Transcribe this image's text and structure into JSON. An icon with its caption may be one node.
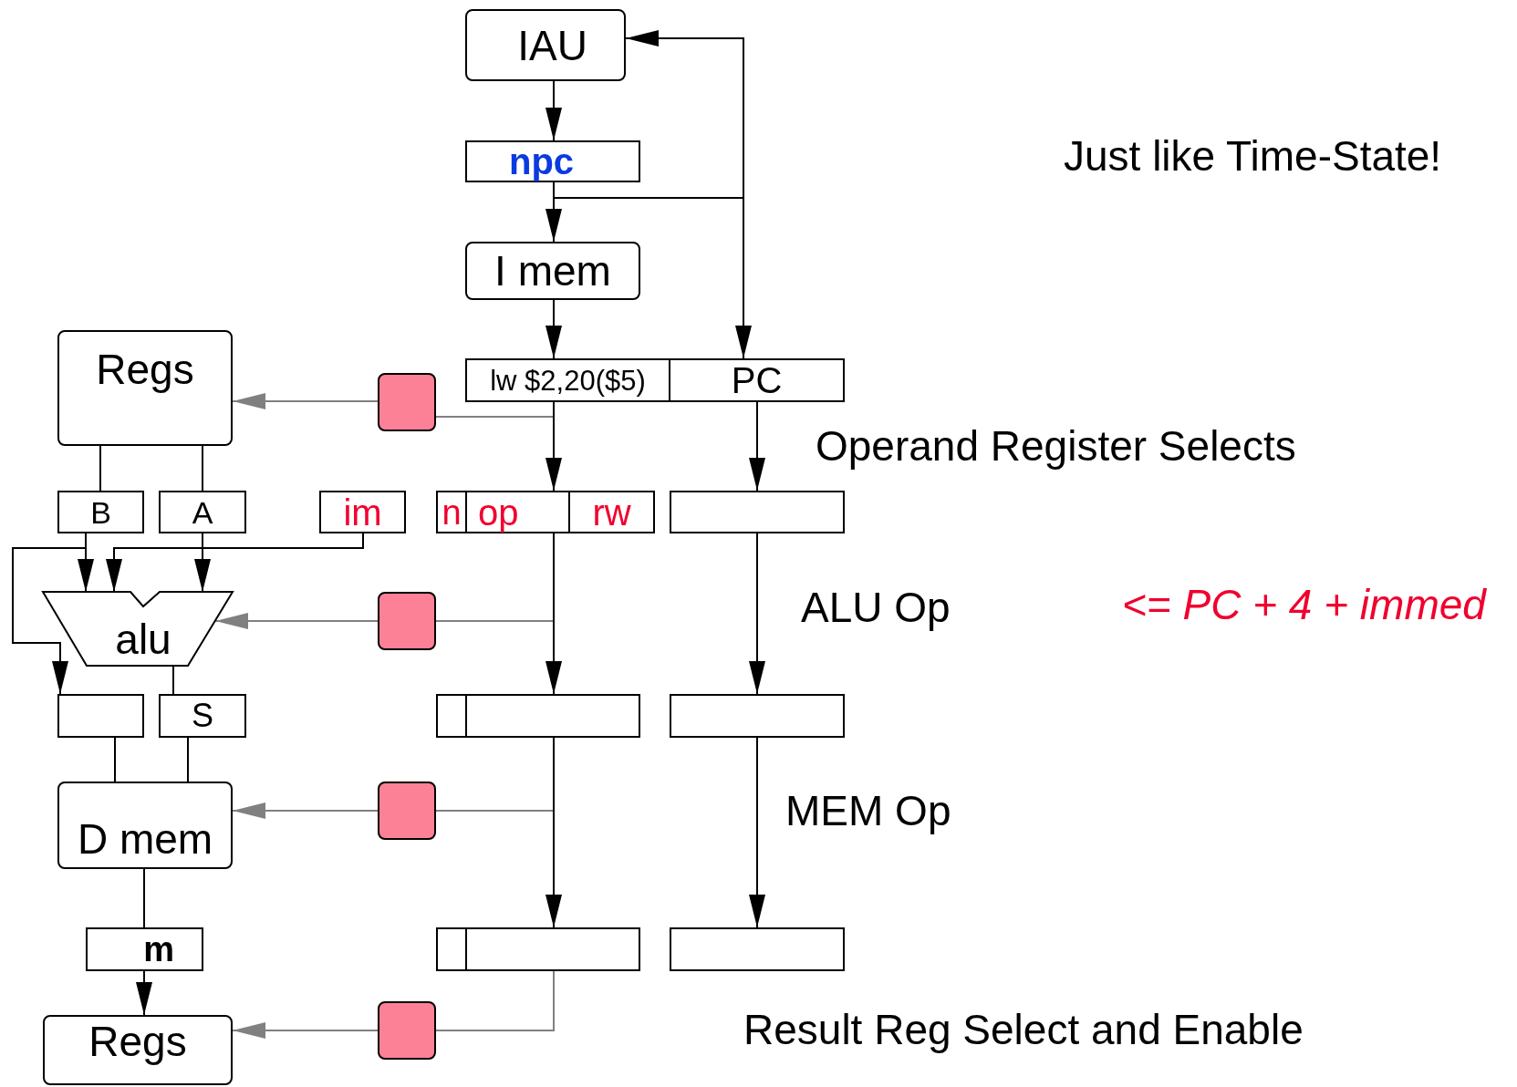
{
  "diagram": {
    "nodes": [
      {
        "text": [
          "IAU"
        ]
      },
      {
        "text": [
          "npc"
        ]
      },
      {
        "text": [
          "I mem"
        ]
      },
      {
        "text": [
          "lw $2,20($5)"
        ]
      },
      {
        "text": [
          "PC"
        ]
      },
      {
        "text": [
          "Regs"
        ]
      },
      {
        "text": [],
        "shape": "box"
      },
      {
        "text": [
          "B"
        ]
      },
      {
        "text": [
          "A"
        ]
      },
      {
        "text": [
          "im"
        ]
      },
      {
        "text": [
          "n"
        ]
      },
      {
        "text": [
          "op"
        ]
      },
      {
        "text": [
          "rw"
        ]
      },
      {
        "text": [],
        "shape": "box"
      },
      {
        "text": [
          "alu"
        ]
      },
      {
        "text": [],
        "shape": "box"
      },
      {
        "text": [],
        "shape": "box"
      },
      {
        "text": [
          "S"
        ]
      },
      {
        "text": [],
        "shape": "box"
      },
      {
        "text": [],
        "shape": "box"
      },
      {
        "text": [],
        "shape": "box"
      },
      {
        "text": [
          "D mem"
        ]
      },
      {
        "text": [],
        "shape": "box"
      },
      {
        "text": [
          "m"
        ]
      },
      {
        "text": [],
        "shape": "box"
      },
      {
        "text": [],
        "shape": "box"
      },
      {
        "text": [],
        "shape": "box"
      },
      {
        "text": [
          "Regs"
        ]
      },
      {
        "text": [],
        "shape": "box"
      }
    ],
    "edges": [
      {
        "from": 0,
        "to": 1,
        "arrow": "to"
      },
      {
        "from": 1,
        "to": 2,
        "arrow": "to"
      },
      {
        "from": 1,
        "to": 0,
        "arrow": "to"
      },
      {
        "from": 1,
        "to": 4,
        "arrow": "to"
      },
      {
        "from": 2,
        "to": 3,
        "arrow": "to"
      },
      {
        "from": 3,
        "to": 11,
        "arrow": "to"
      },
      {
        "from": 4,
        "to": 13,
        "arrow": "to"
      },
      {
        "from": 3,
        "to": 6,
        "arrow": "none",
        "color": "#808080"
      },
      {
        "from": 6,
        "to": 5,
        "arrow": "to",
        "color": "#808080"
      },
      {
        "from": 5,
        "to": 7,
        "arrow": "none"
      },
      {
        "from": 5,
        "to": 8,
        "arrow": "none"
      },
      {
        "from": 7,
        "to": 14,
        "arrow": "to"
      },
      {
        "from": 8,
        "to": 14,
        "arrow": "to"
      },
      {
        "from": 9,
        "to": 14,
        "arrow": "to"
      },
      {
        "from": 7,
        "to": 16,
        "arrow": "to"
      },
      {
        "from": 14,
        "to": 17,
        "arrow": "none"
      },
      {
        "from": 11,
        "to": 19,
        "arrow": "to"
      },
      {
        "from": 13,
        "to": 20,
        "arrow": "to"
      },
      {
        "from": 11,
        "to": 15,
        "arrow": "none",
        "color": "#808080"
      },
      {
        "from": 15,
        "to": 14,
        "arrow": "to",
        "color": "#808080"
      },
      {
        "from": 16,
        "to": 21,
        "arrow": "none"
      },
      {
        "from": 17,
        "to": 21,
        "arrow": "none"
      },
      {
        "from": 19,
        "to": 25,
        "arrow": "to"
      },
      {
        "from": 20,
        "to": 26,
        "arrow": "to"
      },
      {
        "from": 19,
        "to": 22,
        "arrow": "none",
        "color": "#808080"
      },
      {
        "from": 22,
        "to": 21,
        "arrow": "to",
        "color": "#808080"
      },
      {
        "from": 21,
        "to": 23,
        "arrow": "none"
      },
      {
        "from": 23,
        "to": 27,
        "arrow": "to"
      },
      {
        "from": 25,
        "to": 28,
        "arrow": "none",
        "color": "#808080"
      },
      {
        "from": 28,
        "to": 27,
        "arrow": "to",
        "color": "#808080"
      }
    ],
    "labels": [
      "Just like Time-State!",
      "Operand Register Selects",
      "ALU Op",
      "<= PC + 4 + immed",
      "MEM Op",
      "Result Reg Select and Enable"
    ]
  }
}
